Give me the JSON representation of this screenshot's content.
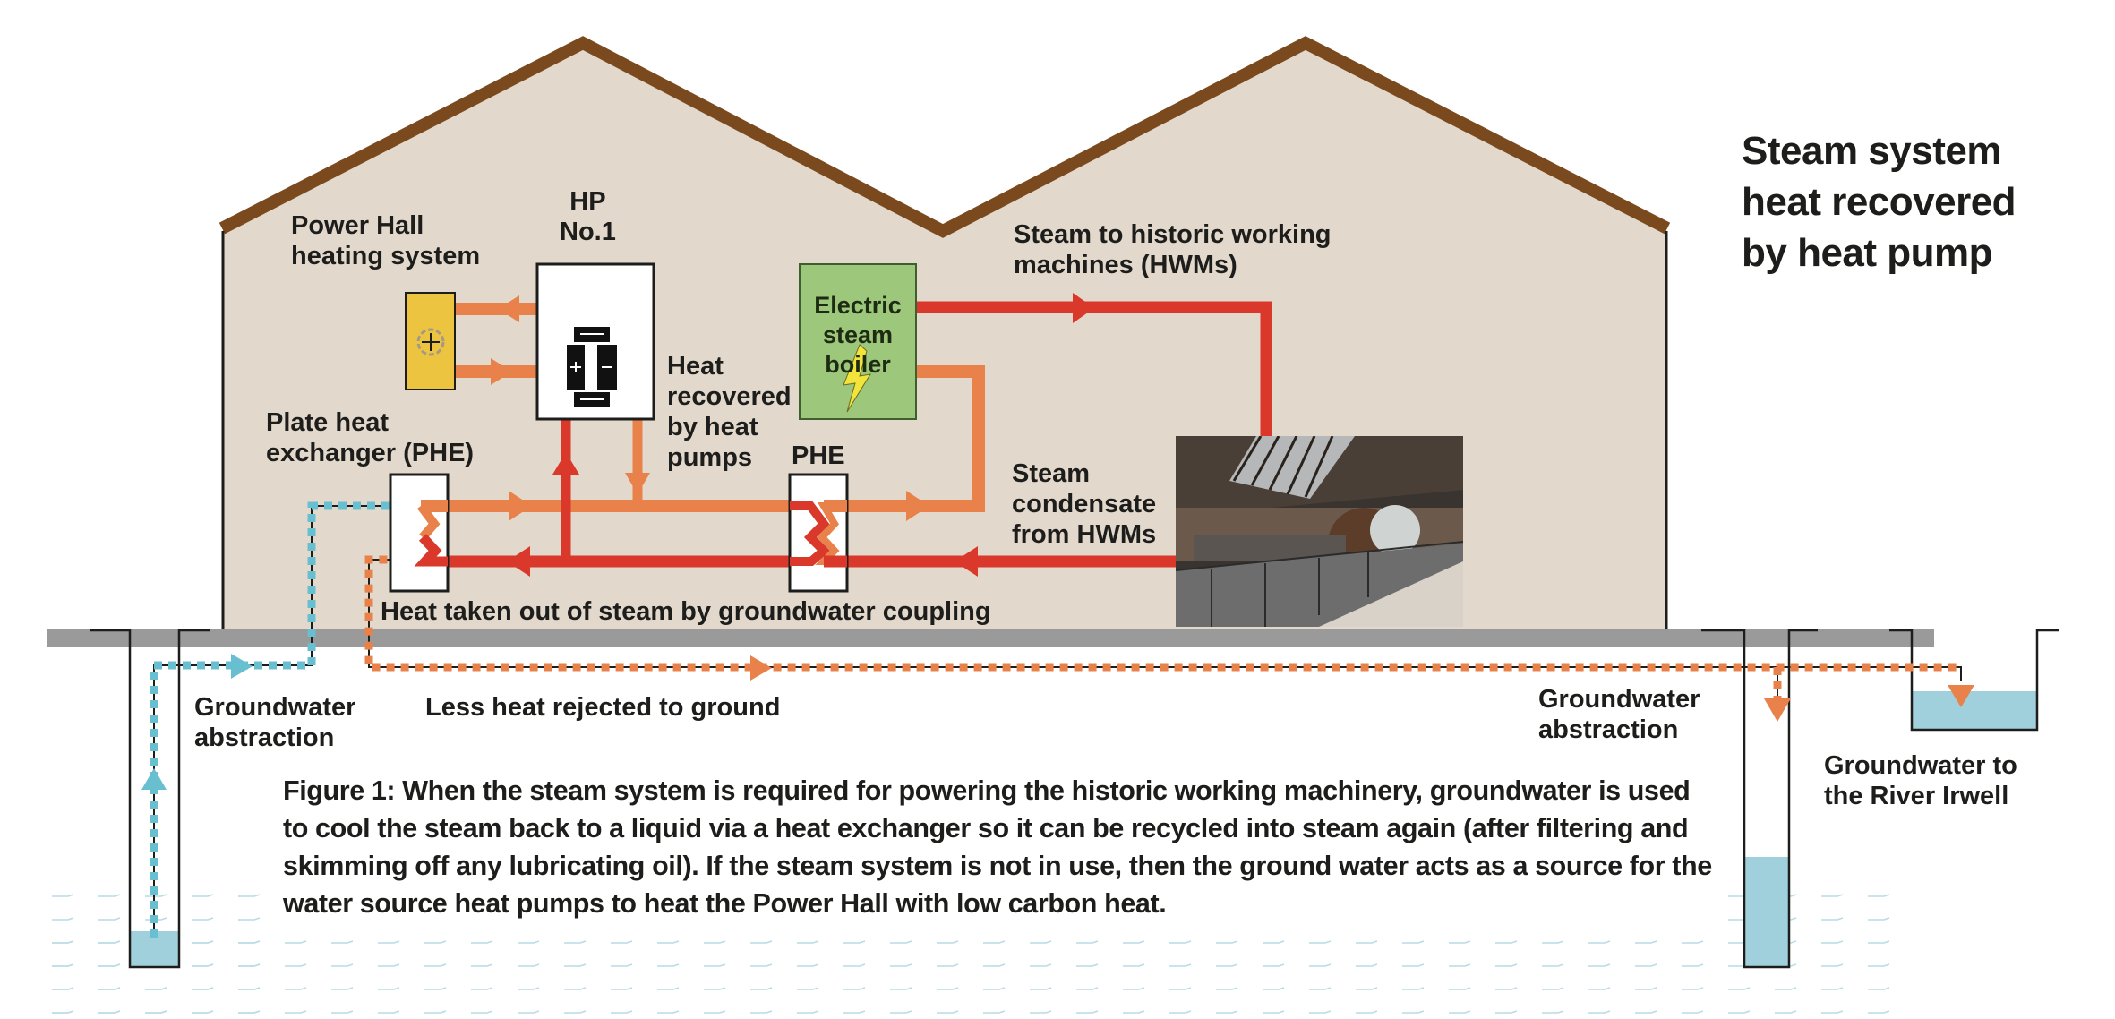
{
  "title": "Steam system\nheat recovered\nby heat pump",
  "labels": {
    "power_hall": "Power Hall\nheating system",
    "hp": "HP\nNo.1",
    "boiler": "Electric\nsteam\nboiler",
    "steam_to_hwm": "Steam to historic working\nmachines (HWMs)",
    "heat_recovered": "Heat\nrecovered\nby heat\npumps",
    "phe_left": "Plate heat\nexchanger (PHE)",
    "phe_right": "PHE",
    "condensate": "Steam\ncondensate\nfrom HWMs",
    "heat_taken": "Heat taken out of steam by groundwater coupling",
    "gw_abstraction_left": "Groundwater\nabstraction",
    "less_heat": "Less heat rejected to ground",
    "gw_abstraction_right": "Groundwater\nabstraction",
    "gw_river": "Groundwater to\nthe River Irwell"
  },
  "caption": "Figure 1: When the steam system is required for powering the historic working machinery, groundwater is used to cool the steam back to a liquid via a heat exchanger so it can be recycled into steam again (after filtering and skimming off any lubricating oil). If the steam system is not in use, then the ground water acts as a source for the water source heat pumps to heat the Power Hall with low carbon heat.",
  "photo": {
    "description": "Interior photo of historic working steam machines in the Power Hall"
  },
  "colors": {
    "building_fill": "#e2d8cc",
    "roof": "#7a4a1e",
    "steam_red": "#d9382b",
    "heat_orange": "#e8824a",
    "groundwater_blue": "#68bfd0",
    "water_fill": "#9fd0dc",
    "ground_grey": "#9a9a9a",
    "boiler_green": "#9dc77b",
    "heater_yellow": "#ecc440",
    "lightning_yellow": "#f2e43a"
  },
  "icons": {
    "heater": "radiator-plus-icon",
    "heat_pump": "heat-pump-battery-icon",
    "boiler": "lightning-bolt-icon"
  }
}
